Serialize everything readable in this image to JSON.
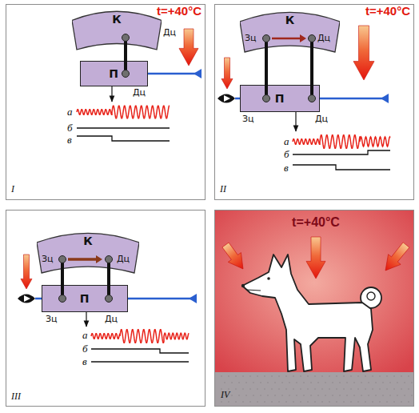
{
  "diagram": {
    "nodes": [
      {
        "text": [
          "t=+40°C",
          "I"
        ]
      },
      {
        "text": [
          "К"
        ],
        "in": 0
      },
      {
        "text": [
          "П"
        ],
        "in": 0
      },
      {
        "text": [
          "t=+40°C",
          "II"
        ]
      },
      {
        "text": [
          "К"
        ],
        "in": 3
      },
      {
        "text": [
          "П"
        ],
        "in": 3
      },
      {
        "text": [
          "III"
        ]
      },
      {
        "text": [
          "К"
        ],
        "in": 6
      },
      {
        "text": [
          "П"
        ],
        "in": 6
      },
      {
        "text": [
          "t=+40°C",
          "IV"
        ]
      }
    ],
    "edges": [
      {
        "from": 1,
        "to": 2,
        "arrow": "none"
      },
      {
        "from": 4,
        "to": 5,
        "arrow": "none"
      },
      {
        "from": 4,
        "to": 5,
        "arrow": "none"
      },
      {
        "from": 7,
        "to": 8,
        "arrow": "none"
      },
      {
        "from": 7,
        "to": 8,
        "arrow": "none"
      }
    ],
    "labels": [
      "Дц",
      "Дц",
      "а",
      "б",
      "в",
      "Зц",
      "Дц",
      "Зц",
      "Дц",
      "а",
      "б",
      "в",
      "Зц",
      "Дц",
      "Зц",
      "Дц",
      "а",
      "б",
      "в"
    ]
  }
}
